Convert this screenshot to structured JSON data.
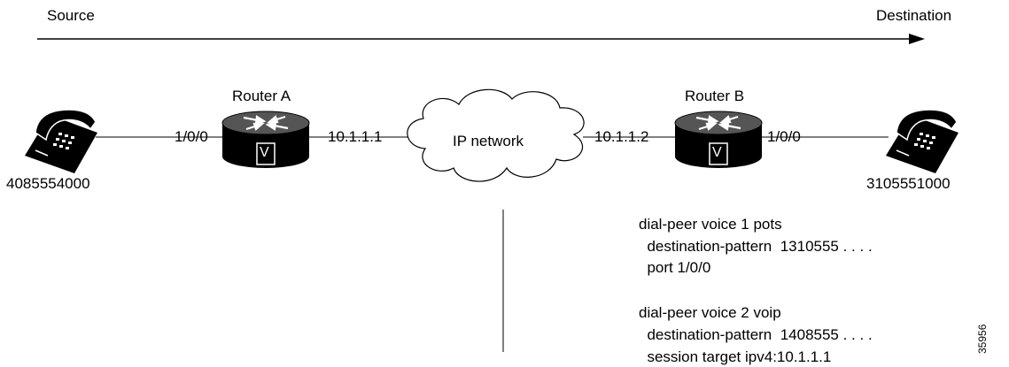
{
  "header": {
    "source_label": "Source",
    "destination_label": "Destination"
  },
  "router_a": {
    "name": "Router A",
    "badge": "V",
    "port": "1/0/0",
    "ip": "10.1.1.1"
  },
  "router_b": {
    "name": "Router B",
    "badge": "V",
    "port": "1/0/0",
    "ip": "10.1.1.2"
  },
  "network": {
    "label": "IP network"
  },
  "phone_left": {
    "number": "4085554000"
  },
  "phone_right": {
    "number": "3105551000"
  },
  "config": {
    "block1": {
      "line1": "dial-peer voice 1 pots",
      "line2": "  destination-pattern  1310555 . . . .",
      "line3": "  port 1/0/0"
    },
    "block2": {
      "line1": "dial-peer voice 2 voip",
      "line2": "  destination-pattern  1408555 . . . .",
      "line3": "  session target ipv4:10.1.1.1"
    }
  },
  "figure_id": "35956"
}
